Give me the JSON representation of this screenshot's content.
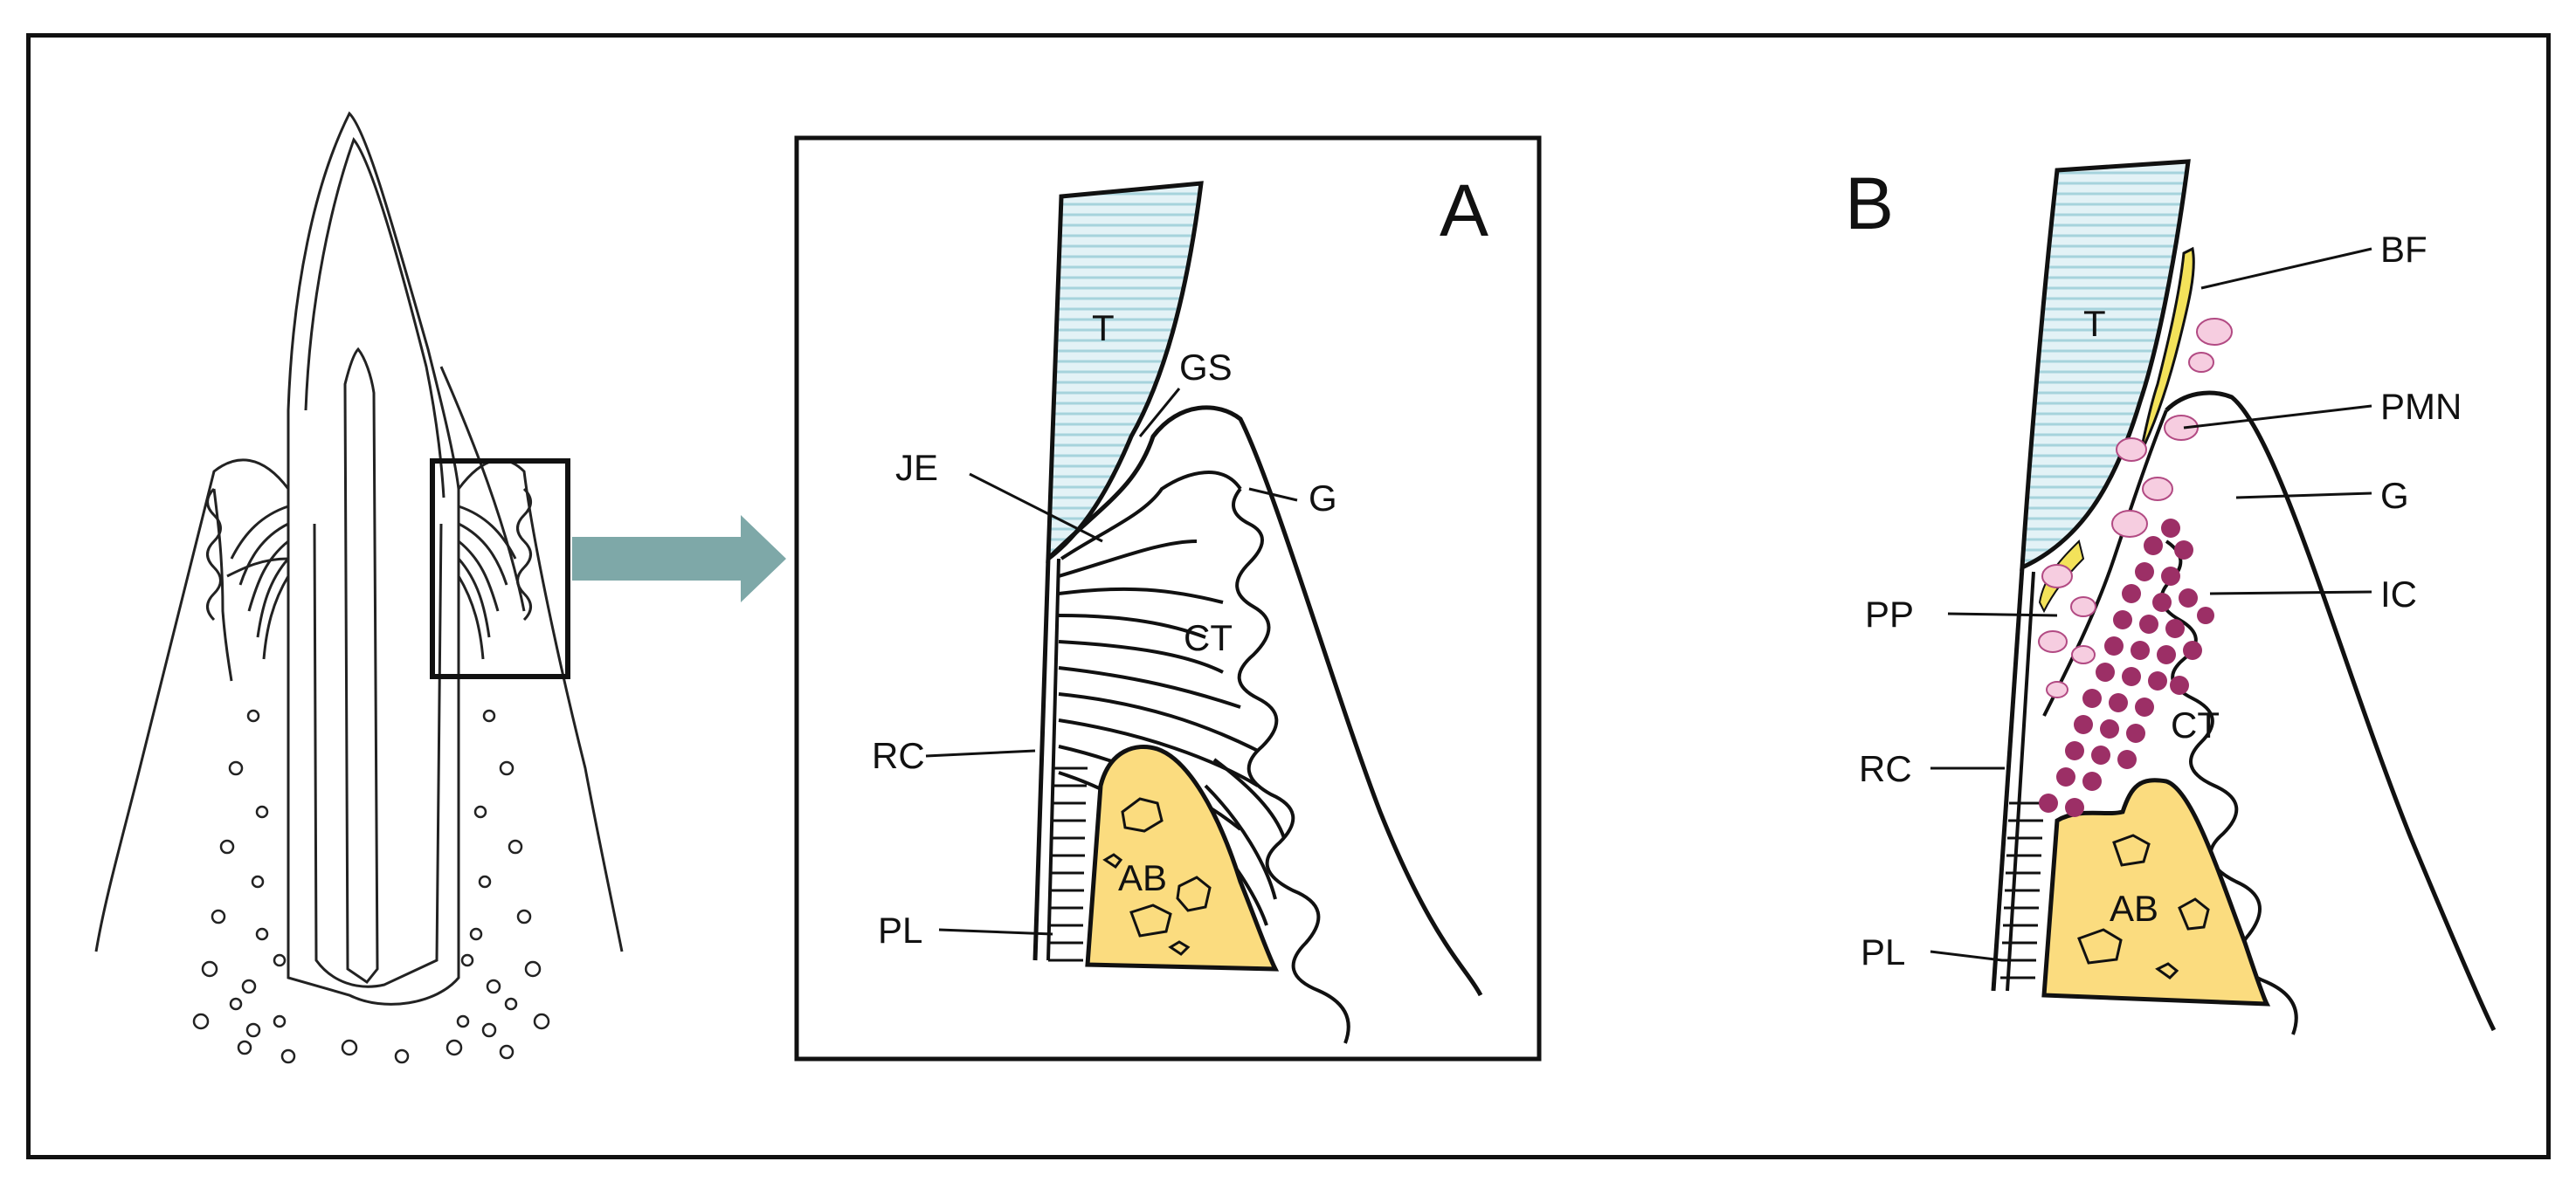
{
  "panel_a": {
    "letter": "A",
    "labels": {
      "tooth": "T",
      "gingival_sulcus": "GS",
      "junctional_epithelium": "JE",
      "gingiva": "G",
      "connective_tissue": "CT",
      "root_cementum": "RC",
      "alveolar_bone": "AB",
      "periodontal_ligament": "PL"
    }
  },
  "panel_b": {
    "letter": "B",
    "labels": {
      "tooth": "T",
      "biofilm": "BF",
      "pmn": "PMN",
      "gingiva": "G",
      "periodontal_pocket": "PP",
      "inflammatory_cells": "IC",
      "connective_tissue": "CT",
      "root_cementum": "RC",
      "alveolar_bone": "AB",
      "periodontal_ligament": "PL"
    }
  },
  "colors": {
    "frame": "#111111",
    "tooth_fill": "#dff0f4",
    "tooth_lines": "#9fcfd8",
    "arrow": "#7ea8a8",
    "bone": "#fbdc7f",
    "biofilm": "#f3e25a",
    "pmn_fill": "#f6cde0",
    "pmn_stroke": "#b24a83",
    "ic": "#9c2f66"
  }
}
